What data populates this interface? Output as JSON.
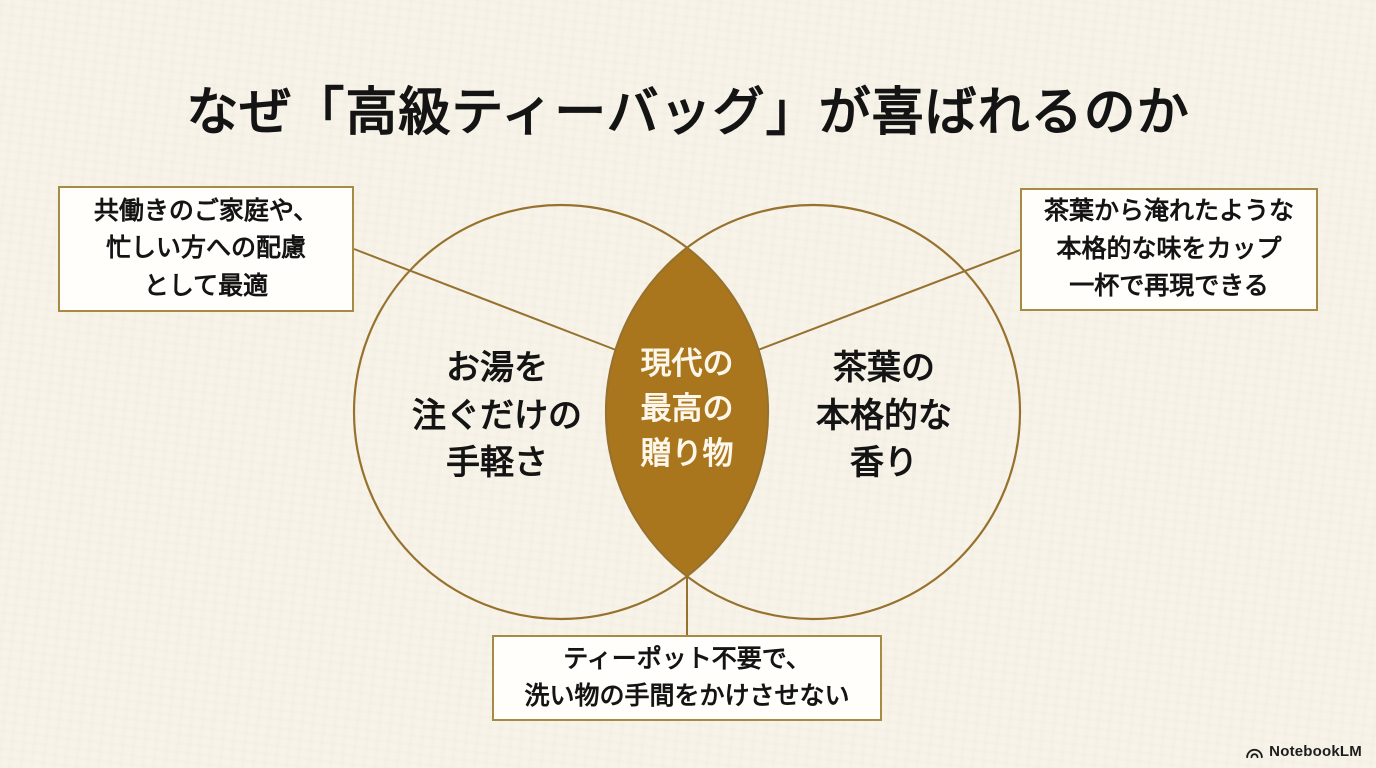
{
  "title": "なぜ「高級ティーバッグ」が喜ばれるのか",
  "venn": {
    "left_label": {
      "lines": [
        "お湯を",
        "注ぐだけの",
        "手軽さ"
      ]
    },
    "center_label": {
      "lines": [
        "現代の",
        "最高の",
        "贈り物"
      ]
    },
    "right_label": {
      "lines": [
        "茶葉の",
        "本格的な",
        "香り"
      ]
    }
  },
  "callouts": {
    "top_left": {
      "lines": [
        "共働きのご家庭や、",
        "忙しい方への配慮",
        "として最適"
      ]
    },
    "top_right": {
      "lines": [
        "茶葉から淹れたような",
        "本格的な味をカップ",
        "一杯で再現できる"
      ]
    },
    "bottom": {
      "lines": [
        "ティーポット不要で、",
        "洗い物の手間をかけさせない"
      ]
    }
  },
  "footer": {
    "brand": "NotebookLM"
  },
  "colors": {
    "background": "#f7f3e9",
    "lens_fill": "#aa761d",
    "circle_stroke": "#97722f",
    "box_border": "#a58b43",
    "text": "#141414",
    "lens_text": "#fcf7ea"
  }
}
